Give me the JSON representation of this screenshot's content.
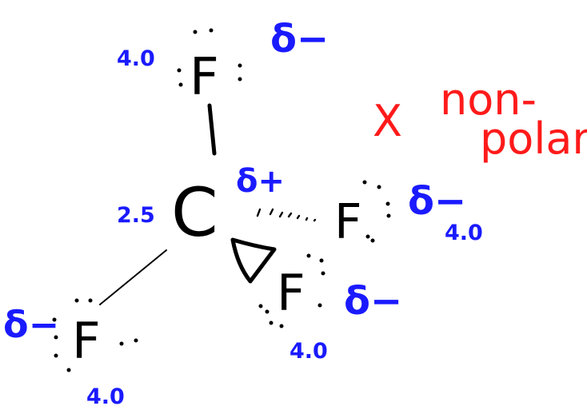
{
  "colors": {
    "ink": "#000000",
    "annotation": "#1a1aff",
    "verdict": "#ff1a1a"
  },
  "atoms": {
    "carbon": {
      "symbol": "C",
      "electronegativity": "2.5",
      "partial_charge": "δ+"
    },
    "fluorine_top": {
      "symbol": "F",
      "electronegativity": "4.0",
      "partial_charge": "δ−"
    },
    "fluorine_right": {
      "symbol": "F",
      "electronegativity": "4.0",
      "partial_charge": "δ−"
    },
    "fluorine_front": {
      "symbol": "F",
      "electronegativity": "4.0",
      "partial_charge": "δ−"
    },
    "fluorine_left": {
      "symbol": "F",
      "electronegativity": "4.0",
      "partial_charge": "δ−"
    }
  },
  "verdict": {
    "mark": "X",
    "line1": "non-",
    "line2": "polar"
  }
}
